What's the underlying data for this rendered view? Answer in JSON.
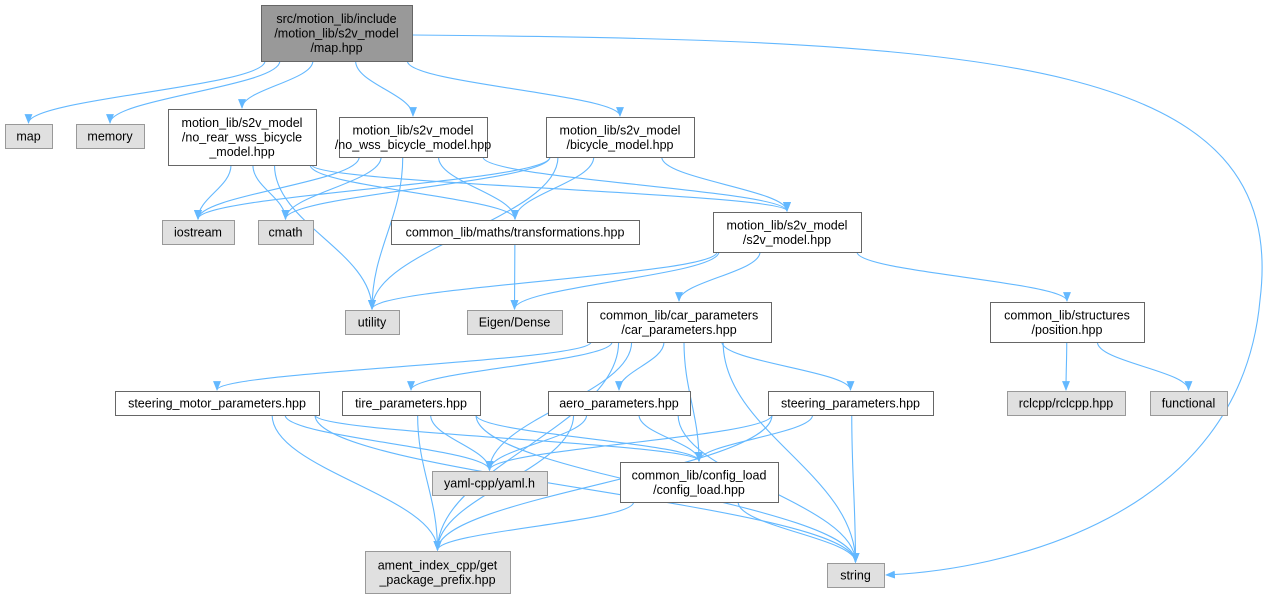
{
  "colors": {
    "edge": "#63b8ff",
    "root_fill": "#999999",
    "root_border": "#666666",
    "system_fill": "#e0e0e0",
    "system_border": "#999999",
    "local_fill": "#ffffff",
    "local_border": "#666666"
  },
  "nodes": [
    {
      "id": "root",
      "kind": "root",
      "lines": [
        "src/motion_lib/include",
        "/motion_lib/s2v_model",
        "/map.hpp"
      ]
    },
    {
      "id": "map",
      "kind": "system",
      "lines": [
        "map"
      ]
    },
    {
      "id": "memory",
      "kind": "system",
      "lines": [
        "memory"
      ]
    },
    {
      "id": "no_rear_wss",
      "kind": "local",
      "lines": [
        "motion_lib/s2v_model",
        "/no_rear_wss_bicycle",
        "_model.hpp"
      ]
    },
    {
      "id": "no_wss",
      "kind": "local",
      "lines": [
        "motion_lib/s2v_model",
        "/no_wss_bicycle_model.hpp"
      ]
    },
    {
      "id": "bicycle",
      "kind": "local",
      "lines": [
        "motion_lib/s2v_model",
        "/bicycle_model.hpp"
      ]
    },
    {
      "id": "iostream",
      "kind": "system",
      "lines": [
        "iostream"
      ]
    },
    {
      "id": "cmath",
      "kind": "system",
      "lines": [
        "cmath"
      ]
    },
    {
      "id": "transformations",
      "kind": "local",
      "lines": [
        "common_lib/maths/transformations.hpp"
      ]
    },
    {
      "id": "s2v_model",
      "kind": "local",
      "lines": [
        "motion_lib/s2v_model",
        "/s2v_model.hpp"
      ]
    },
    {
      "id": "utility",
      "kind": "system",
      "lines": [
        "utility"
      ]
    },
    {
      "id": "eigen",
      "kind": "system",
      "lines": [
        "Eigen/Dense"
      ]
    },
    {
      "id": "car_parameters",
      "kind": "local",
      "lines": [
        "common_lib/car_parameters",
        "/car_parameters.hpp"
      ]
    },
    {
      "id": "position",
      "kind": "local",
      "lines": [
        "common_lib/structures",
        "/position.hpp"
      ]
    },
    {
      "id": "rclcpp",
      "kind": "system",
      "lines": [
        "rclcpp/rclcpp.hpp"
      ]
    },
    {
      "id": "functional",
      "kind": "system",
      "lines": [
        "functional"
      ]
    },
    {
      "id": "steering_motor",
      "kind": "local",
      "lines": [
        "steering_motor_parameters.hpp"
      ]
    },
    {
      "id": "tire",
      "kind": "local",
      "lines": [
        "tire_parameters.hpp"
      ]
    },
    {
      "id": "aero",
      "kind": "local",
      "lines": [
        "aero_parameters.hpp"
      ]
    },
    {
      "id": "steering",
      "kind": "local",
      "lines": [
        "steering_parameters.hpp"
      ]
    },
    {
      "id": "yaml",
      "kind": "system",
      "lines": [
        "yaml-cpp/yaml.h"
      ]
    },
    {
      "id": "config_load",
      "kind": "local",
      "lines": [
        "common_lib/config_load",
        "/config_load.hpp"
      ]
    },
    {
      "id": "ament",
      "kind": "system",
      "lines": [
        "ament_index_cpp/get",
        "_package_prefix.hpp"
      ]
    },
    {
      "id": "string",
      "kind": "system",
      "lines": [
        "string"
      ]
    }
  ],
  "edges": [
    [
      "root",
      "map"
    ],
    [
      "root",
      "memory"
    ],
    [
      "root",
      "no_rear_wss"
    ],
    [
      "root",
      "no_wss"
    ],
    [
      "root",
      "bicycle"
    ],
    [
      "root",
      "string"
    ],
    [
      "no_rear_wss",
      "iostream"
    ],
    [
      "no_rear_wss",
      "cmath"
    ],
    [
      "no_rear_wss",
      "utility"
    ],
    [
      "no_rear_wss",
      "transformations"
    ],
    [
      "no_rear_wss",
      "s2v_model"
    ],
    [
      "no_wss",
      "iostream"
    ],
    [
      "no_wss",
      "cmath"
    ],
    [
      "no_wss",
      "utility"
    ],
    [
      "no_wss",
      "transformations"
    ],
    [
      "no_wss",
      "s2v_model"
    ],
    [
      "bicycle",
      "iostream"
    ],
    [
      "bicycle",
      "cmath"
    ],
    [
      "bicycle",
      "utility"
    ],
    [
      "bicycle",
      "transformations"
    ],
    [
      "bicycle",
      "s2v_model"
    ],
    [
      "transformations",
      "eigen"
    ],
    [
      "s2v_model",
      "utility"
    ],
    [
      "s2v_model",
      "eigen"
    ],
    [
      "s2v_model",
      "car_parameters"
    ],
    [
      "s2v_model",
      "position"
    ],
    [
      "position",
      "rclcpp"
    ],
    [
      "position",
      "functional"
    ],
    [
      "car_parameters",
      "ament"
    ],
    [
      "car_parameters",
      "steering_motor"
    ],
    [
      "car_parameters",
      "tire"
    ],
    [
      "car_parameters",
      "aero"
    ],
    [
      "car_parameters",
      "steering"
    ],
    [
      "car_parameters",
      "yaml"
    ],
    [
      "car_parameters",
      "config_load"
    ],
    [
      "car_parameters",
      "string"
    ],
    [
      "steering_motor",
      "yaml"
    ],
    [
      "steering_motor",
      "config_load"
    ],
    [
      "steering_motor",
      "ament"
    ],
    [
      "steering_motor",
      "string"
    ],
    [
      "tire",
      "yaml"
    ],
    [
      "tire",
      "config_load"
    ],
    [
      "tire",
      "ament"
    ],
    [
      "tire",
      "string"
    ],
    [
      "aero",
      "yaml"
    ],
    [
      "aero",
      "config_load"
    ],
    [
      "aero",
      "ament"
    ],
    [
      "aero",
      "string"
    ],
    [
      "steering",
      "yaml"
    ],
    [
      "steering",
      "config_load"
    ],
    [
      "steering",
      "ament"
    ],
    [
      "steering",
      "string"
    ],
    [
      "config_load",
      "ament"
    ],
    [
      "config_load",
      "string"
    ]
  ]
}
